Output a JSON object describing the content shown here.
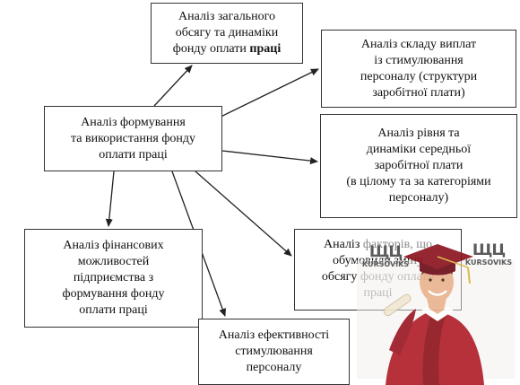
{
  "diagram": {
    "main": {
      "lines": [
        "Аналіз формування",
        "та використання фонду",
        "оплати праці"
      ]
    },
    "total": {
      "lines": [
        "Аналіз загального",
        "обсягу та динаміки"
      ],
      "last_plain": "фонду оплати ",
      "last_bold": "праці"
    },
    "structure": {
      "lines": [
        "Аналіз складу виплат",
        "із стимулювання",
        "персоналу (структури",
        "заробітної плати)"
      ]
    },
    "level": {
      "lines": [
        "Аналіз рівня та",
        "динаміки середньої",
        "заробітної плати",
        "(в цілому та за категоріями",
        "персоналу)"
      ]
    },
    "finance": {
      "lines": [
        "Аналіз фінансових",
        "можливостей",
        "підприємства з",
        "формування фонду",
        "оплати праці"
      ]
    },
    "factors": {
      "line1_a": "Аналіз ",
      "line1_b": "факторів, що",
      "line2_a": "обумовили зміну",
      "line3_a": "обсягу ",
      "line3_b": "фонду оплати",
      "line4_a": "праці"
    },
    "effect": {
      "lines": [
        "Аналіз ефективності",
        "стимулювання",
        "персоналу"
      ]
    }
  },
  "watermark": {
    "logo_glyph": "ЩЦ",
    "logo_word": "KURSOVIKS",
    "colors": {
      "gown": "#b0202a",
      "gown_dark": "#7a1018",
      "cap": "#8c1520",
      "tassel": "#d8b440",
      "skin": "#e9b48f"
    }
  }
}
